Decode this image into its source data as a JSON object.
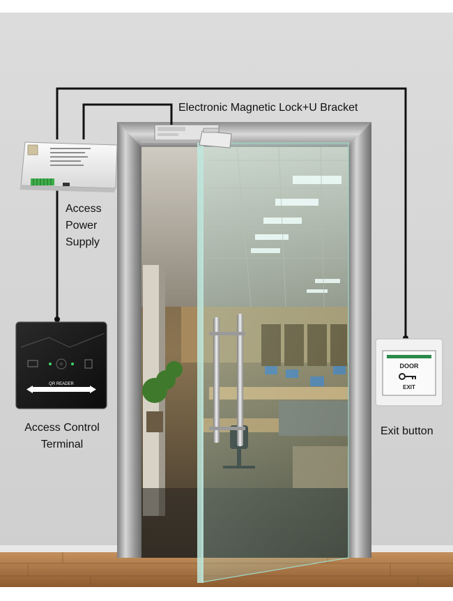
{
  "labels": {
    "magnetic_lock": "Electronic Magnetic Lock+U Bracket",
    "power_supply": [
      "Access",
      "Power",
      "Supply"
    ],
    "terminal": [
      "Access Control",
      "Terminal"
    ],
    "exit_button": "Exit button"
  },
  "device_text": {
    "reader": "QR READER",
    "exit_plate_top": "DOOR",
    "exit_plate_bottom": "EXIT"
  },
  "colors": {
    "wall": "#d9d9d9",
    "floor": "#b07a4a",
    "wire": "#111111",
    "frame": "#a8a8a8"
  }
}
